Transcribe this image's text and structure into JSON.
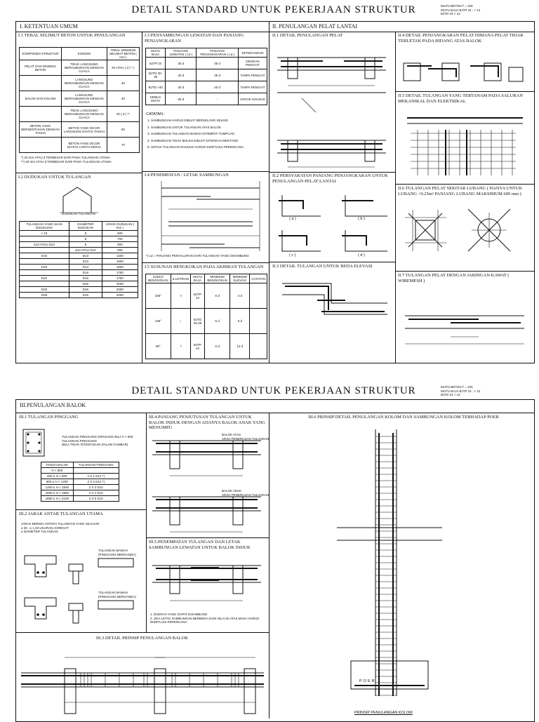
{
  "page1": {
    "title": "DETAIL STANDARD UNTUK PEKERJAAN STRUKTUR",
    "legend": [
      "MUTU BETON   f' = 225",
      "MUTU BAJA    BJTP 24 ; < 12",
      "",
      "BJTD 24 < 12"
    ],
    "sec1": "I.  KETENTUAN UMUM",
    "sec2": "II.  PENULANGAN PELAT LANTAI",
    "s11": "I.1  TEBAL SELIMUT BETON UNTUK PENULANGAN",
    "s11_headers": [
      "KOMPONEN STRUKTUR",
      "KONDISI",
      "TEBAL MINIMUM SELIMUT BETON ( mm )"
    ],
    "s11_rows": [
      [
        "PELAT DAN DINDING BETON",
        "TIDAK LANGSUNG BERHUBUNGAN DENGAN CUACA",
        "20 ATAU ( d ) * )"
      ],
      [
        "",
        "LANGSUNG BERHUBUNGAN DENGAN CUACA",
        "40"
      ],
      [
        "BALOK DAN KOLOM",
        "LANGSUNG BERHUBUNGAN DENGAN CUACA",
        "40"
      ],
      [
        "",
        "TIDAK LANGSUNG BERHUBUNGAN DENGAN CUACA",
        "40 ( d ) **"
      ],
      [
        "BETON YANG BERSENTUHAN DENGAN TANAH",
        "BETON YANG DICOR LANGSUNG DIATAS TANAH",
        "50"
      ],
      [
        "",
        "BETON YANG DICOR DIATAS LANTAI KERJA",
        "70"
      ]
    ],
    "s11_notes": [
      "*) 20 mm ATAU d TERBESAR DARI PADA TULANGAN UTAMA",
      "**) 40 mm ATAU d TERBESAR DARI PADA TULANGAN UTAMA"
    ],
    "s12": "I.2  DUDUKAN UNTUK TULANGAN",
    "s12_caption": "DUDUKAN TULANGAN",
    "s12_headers": [
      "TULANGAN YANG AKAN DIDUKUNG",
      "DIAMETER DUDUKAN",
      "JARAK DUDUKAN ( mm )"
    ],
    "s12_rows": [
      [
        "< 10",
        "8",
        "600"
      ],
      [
        "",
        "8",
        "700"
      ],
      [
        "ø13 ATAU D13",
        "8",
        "900"
      ],
      [
        "",
        "ø10 ATAU D10",
        "900"
      ],
      [
        "D16",
        "D13",
        "1200"
      ],
      [
        "",
        "D13",
        "1500"
      ],
      [
        "D19",
        "D13",
        "1500"
      ],
      [
        "",
        "D16",
        "1750"
      ],
      [
        "D22",
        "D16",
        "1750"
      ],
      [
        "",
        "D16",
        "2000"
      ],
      [
        "D25",
        "D16",
        "2000"
      ],
      [
        "D29",
        "D16",
        "2000"
      ]
    ],
    "s13": "I.3  PENYAMBUNGAN LEWATAN DAN PANJANG PENJANGKARAN",
    "s13_headers": [
      "MUTU BAJA",
      "PANJANG LEWATAN ( Ld )",
      "PANJANG PENJANGKARAN ( Ld )",
      "KETERANGAN"
    ],
    "s13_rows": [
      [
        "BJTP 24",
        "35 d",
        "35 d",
        "DENGAN PENGAIT"
      ],
      [
        "BJTD 30-35",
        "40 d",
        "35 d",
        "TANPA PENGAIT"
      ],
      [
        "BJTD >40",
        "40 d",
        "40 d",
        "TANPA PENGAIT"
      ],
      [
        "SEMUA MUTU",
        "50 d",
        "-",
        "UNTUK KHUSUS"
      ]
    ],
    "s13_catatan": "CATATAN :",
    "s13_notes": [
      "1. SAMBUNGAN HARUS DIBUAT BERSELANG-SELING",
      "2. SAMBUNGAN UNTUK TULANGAN ATAS BALOK",
      "3. SAMBUNGAN TULANGAN BAWAH DITEMPAT TUMPUAN",
      "4. SAMBUNGAN TIDAK BOLEH DIBUAT DITENGAH BENTANG",
      "5. UNTUK TULANGAN KHUSUS HARUS DISETUJUI PERENCANA"
    ],
    "s14": "I.4  PENEMPATAN / LETAK SAMBUNGAN",
    "s14_note": "*) Ld = PANJANG PENYALURAN DARI TULANGAN YANG DISAMBUNG",
    "s15": "I.5  SUSUNAN BENGKOKAN PADA AKHIRAN TULANGAN",
    "s15_headers": [
      "SUDUT BENGKOKAN",
      "ILUSTRASI",
      "MUTU BAJA",
      "MINIMUM BENGKOKAN",
      "MINIMUM ELEVASI",
      "CATATAN"
    ],
    "s15_rows": [
      [
        "180°",
        "",
        "BJTP 24",
        "6 d",
        "4 d",
        ""
      ],
      [
        "135°",
        "",
        "BJTD 30-35",
        "6 d",
        "6 d",
        ""
      ],
      [
        "90°",
        "",
        "BJTP 24",
        "6 d",
        "12 d",
        ""
      ]
    ],
    "s21": "II.1  DETAIL PENULANGAN PELAT",
    "s22": "II.2  PERSYARATAN PANJANG PENJANGKARAN UNTUK PENULANGAN PELAT LANTAI",
    "s22_labels": [
      "( a )",
      "( b )",
      "( c )",
      "( d )"
    ],
    "s23": "II.3  DETAIL TULANGAN UNTUK BEDA ELEVASI",
    "s24": "II.4  DETAIL PENJANGKARAN PELAT DIMANA PELAT TIDAK TERLETAK PADA BIDANG ATAS BALOK",
    "s25": "II.5  DETAIL TULANGAN YANG TERTANAM PADA SALURAN MEKANIKAL DAN ELEKTRIKAL",
    "s26": "II.6  TULANGAN PELAT SEKITAR LUBANG ( HANYA UNTUK LUBANG <0.25m² PANJANG LUBANG MAKSIMUM 600 mm )",
    "s27": "II.7  TULANGAN PELAT DENGAN JARINGAN KAWAT ( WIREMESH )"
  },
  "page2": {
    "title": "DETAIL STANDARD UNTUK PEKERJAAN STRUKTUR",
    "legend": [
      "MUTU BETON   f' = 225",
      "MUTU BAJA    BJTP 24 ; < 12",
      "",
      "BJTD 24 < 12"
    ],
    "sec3": "III.PENULANGAN BALOK",
    "s31": "III.1  TULANGAN PINGGANG",
    "s31_notes": [
      "TULANGAN PINGGANG DIPASANG BILA h > 800",
      "TULANGAN PINGGANG",
      "(BILA TIDAK DITENTUKAN DALAM GAMBAR)"
    ],
    "s31_headers": [
      "TINGGI BALOK",
      "TULANGAN PINGGANG"
    ],
    "s31_rows": [
      [
        "H < 800",
        "-"
      ],
      [
        "800 ≤ H < 900",
        "2 X 1 D12 *)"
      ],
      [
        "900 ≤ H < 1200",
        "2 X 2 D12 *)"
      ],
      [
        "1200 ≤ H < 1500",
        "2 X 3 D12"
      ],
      [
        "1500 ≤ H < 1800",
        "2 X 4 D12"
      ],
      [
        "1800 ≤ H < 2100",
        "2 X 5 D12"
      ]
    ],
    "s32": "III.2  JARAK ANTAR TULANGAN UTAMA",
    "s32_notes": [
      "JARAK BERSIH ANTARA TULANGAN YANG SEJAJAR",
      "≥ 25 ; ≥ 1,33 UKURAN AGREGAT",
      "≥ DIAMETER TULANGAN"
    ],
    "s32_labels": [
      "TULANGAN BAWAH (PINGGANG BERGANDA)",
      "TULANGAN BAWAH (PINGGANG BERGANDA)"
    ],
    "s33": "III.3.DETAIL PRINSIP PENULANGAN BALOK",
    "s34": "III.4.PANJANG PENJUTUSAN TULANGAN UNTUK BALOK INDUK DENGAN ADANYA BALOK ANAK YANG MENUMPU",
    "s34_labels": [
      "BALOK ATAS",
      "ARAH PENERUSAN TULANGAN",
      "BALOK ANAK",
      "ARAH PENERUSAN TULANGAN"
    ],
    "s35": "III.5.PENEMPATAN TULANGAN DAN LETAK SAMBUNGAN LEWATAN UNTUK BALOK INDUK",
    "s35_notes": [
      "1. DAERAH YANG DAPAT DISAMBUNG",
      "2. JIKA LETAK SAMBUNGAN BERBEDA DARI NILAI DI ATAS MAKA HARUS DISETUJUI PERENCANA"
    ],
    "s36": "III.6  PRINSIP DETAIL PENULANGAN KOLOM DAN SAMBUNGAN KOLOM TERHADAP POER",
    "s36_poer": "POER",
    "s36_caption": "PRINSIP PENULANGAN KOLOM"
  }
}
